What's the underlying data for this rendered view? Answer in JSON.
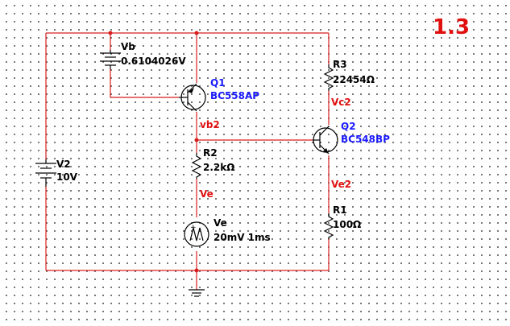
{
  "figure_label": "1.3",
  "components": {
    "vb": {
      "name": "Vb",
      "value": "0.6104026V"
    },
    "q1": {
      "name": "Q1",
      "model": "BC558AP"
    },
    "q2": {
      "name": "Q2",
      "model": "BC548BP"
    },
    "r3": {
      "name": "R3",
      "value": "22454Ω"
    },
    "r2": {
      "name": "R2",
      "value": "2.2kΩ"
    },
    "r1": {
      "name": "R1",
      "value": "100Ω"
    },
    "v2": {
      "name": "V2",
      "value": "10V"
    },
    "ve_source": {
      "name": "Ve",
      "value": "20mV 1ms"
    }
  },
  "nets": {
    "vb2": "vb2",
    "vc2": "Vc2",
    "ve": "Ve",
    "ve2": "Ve2"
  },
  "colors": {
    "wire": "#d81e1e",
    "component": "#000000",
    "transistor_label": "#1a1aff",
    "net_label": "#e01010"
  }
}
